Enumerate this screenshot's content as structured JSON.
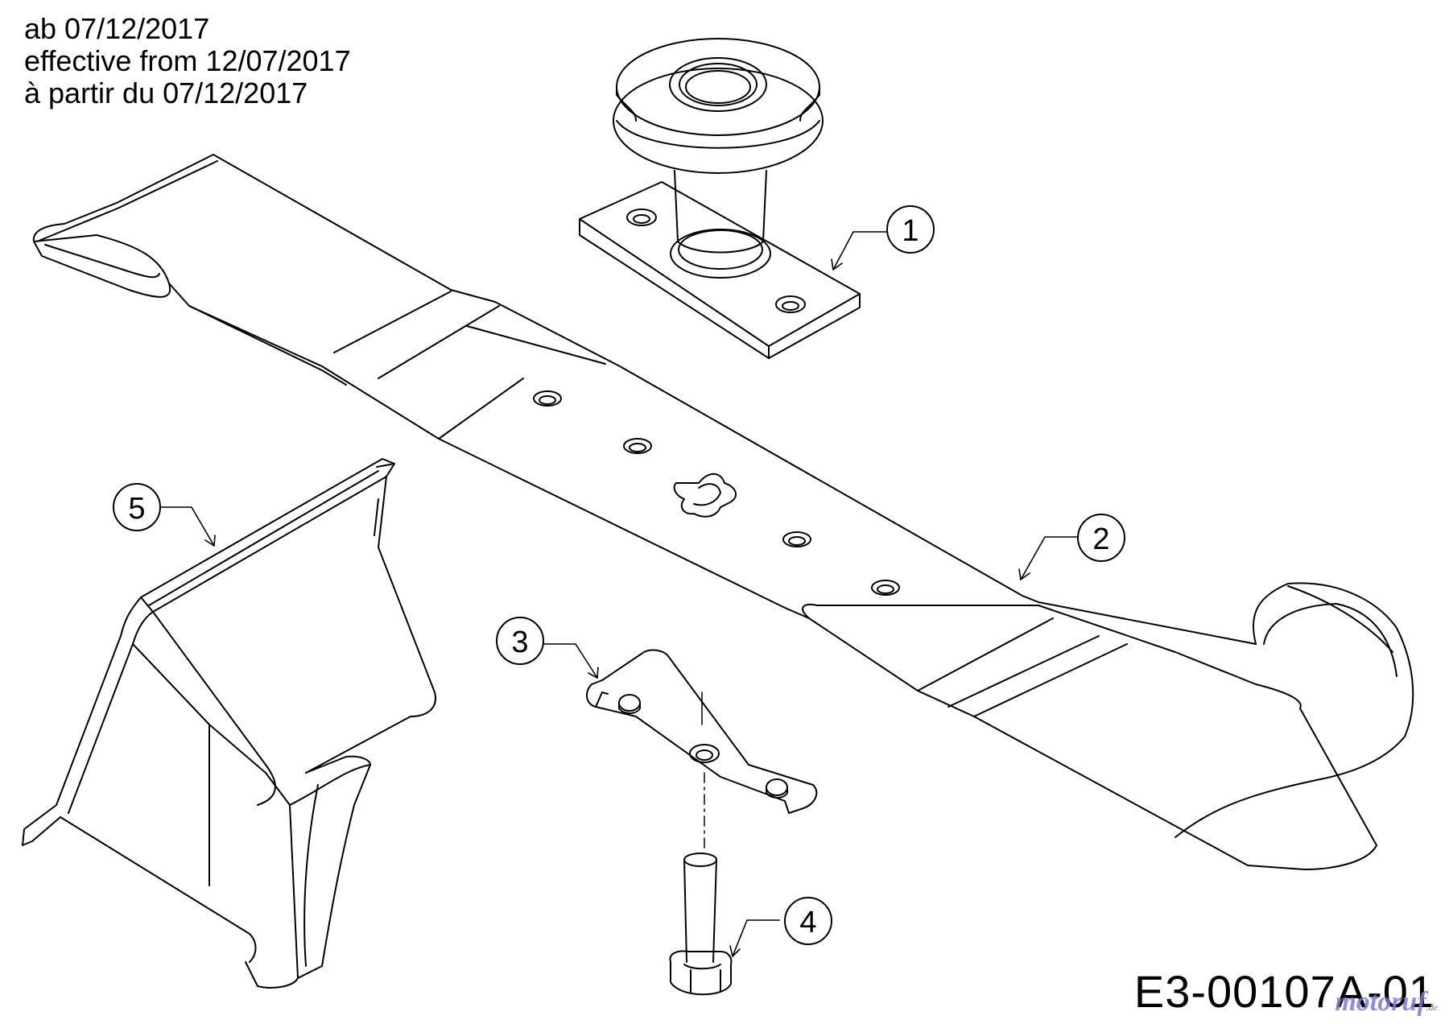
{
  "header": {
    "line_de": "ab 07/12/2017",
    "line_en": "effective from 12/07/2017",
    "line_fr": "à partir du 07/12/2017"
  },
  "callouts": [
    {
      "id": "1",
      "part": "pulley-spindle"
    },
    {
      "id": "2",
      "part": "mower-blade"
    },
    {
      "id": "3",
      "part": "blade-adapter"
    },
    {
      "id": "4",
      "part": "bolt"
    },
    {
      "id": "5",
      "part": "discharge-chute"
    }
  ],
  "drawing_code": "E3-00107A-01",
  "watermark": {
    "text": "motoruf",
    "tld": ".de"
  },
  "colors": {
    "line": "#000000",
    "background": "#ffffff",
    "watermark": "#7b7bd8"
  }
}
